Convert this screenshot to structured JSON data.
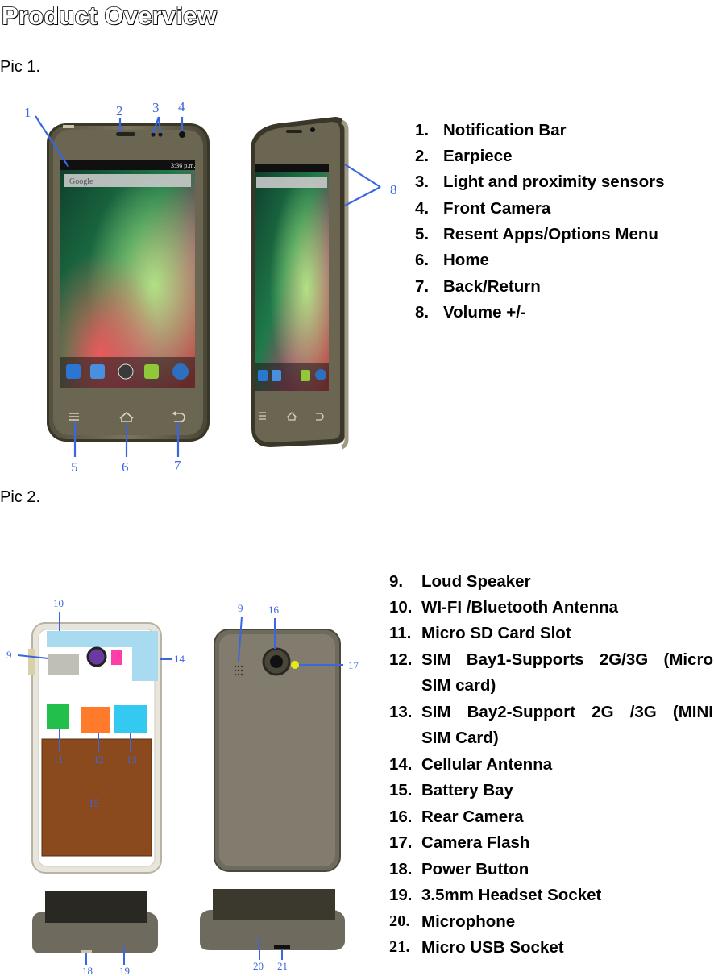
{
  "title": "Product Overview",
  "pic1_label": "Pic 1.",
  "pic2_label": "Pic 2.",
  "pic1_items": [
    {
      "num": "1.",
      "text": "Notification Bar"
    },
    {
      "num": "2.",
      "text": "Earpiece"
    },
    {
      "num": "3.",
      "text": "Light and proximity sensors"
    },
    {
      "num": "4.",
      "text": "Front Camera"
    },
    {
      "num": "5.",
      "text": "Resent Apps/Options Menu"
    },
    {
      "num": "6.",
      "text": "Home"
    },
    {
      "num": "7.",
      "text": "Back/Return"
    },
    {
      "num": "8.",
      "text": "Volume +/-"
    }
  ],
  "pic2_items": [
    {
      "num": "9.",
      "text": "Loud Speaker"
    },
    {
      "num": "10.",
      "text": "WI-FI /Bluetooth Antenna"
    },
    {
      "num": "11.",
      "text": "Micro SD Card Slot"
    },
    {
      "num": "12.",
      "text_a": "SIM",
      "text_b": "Bay1-Supports",
      "text_c": "2G/3G",
      "text_d": "(Micro",
      "text2": "SIM card)"
    },
    {
      "num": "13.",
      "text_a": "SIM",
      "text_b": "Bay2-Support",
      "text_c": "2G",
      "text_d": "/3G",
      "text_e": "(MINI",
      "text2": "SIM Card)"
    },
    {
      "num": "14.",
      "text": "Cellular Antenna"
    },
    {
      "num": "15.",
      "text": "Battery Bay"
    },
    {
      "num": "16.",
      "text": "Rear Camera"
    },
    {
      "num": "17.",
      "text": "Camera Flash"
    },
    {
      "num": "18.",
      "text": "Power Button"
    },
    {
      "num": "19.",
      "text": "3.5mm Headset Socket"
    },
    {
      "num": "20.",
      "text": "Microphone"
    },
    {
      "num": "21.",
      "text": "Micro USB Socket"
    }
  ],
  "phone_screen": {
    "search_label": "Google",
    "clock": "3:36 p.m."
  },
  "callouts": {
    "c1": "1",
    "c2": "2",
    "c3": "3",
    "c4": "4",
    "c5": "5",
    "c6": "6",
    "c7": "7",
    "c8": "8",
    "c9a": "9",
    "c9b": "9",
    "c10": "10",
    "c11": "11",
    "c12": "12",
    "c13": "13",
    "c14": "14",
    "c15": "15",
    "c16": "16",
    "c17": "17",
    "c18": "18",
    "c19": "19",
    "c20": "20",
    "c21": "21"
  },
  "colors": {
    "callout": "#3b66e0",
    "body": "#6e6a5e",
    "battery": "#8a4a1e",
    "sim1": "#ff7a2a",
    "sim2": "#33c9f0",
    "sd": "#22c04a"
  }
}
